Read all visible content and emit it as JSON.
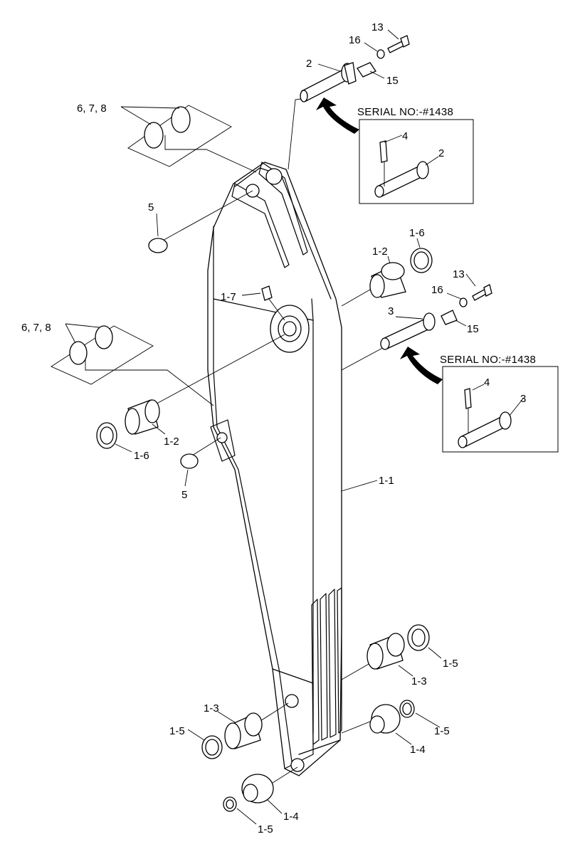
{
  "labels": {
    "p13a": "13",
    "p16a": "16",
    "p15a": "15",
    "p2a": "2",
    "p678a": "6, 7, 8",
    "p5a": "5",
    "serial_a": "SERIAL NO:-#1438",
    "p4a": "4",
    "p2b": "2",
    "p16": "1-6",
    "p12": "1-2",
    "p13b": "13",
    "p16b": "16",
    "p17": "1-7",
    "p3a": "3",
    "p15b": "15",
    "p678b": "6, 7, 8",
    "serial_b": "SERIAL NO:-#1438",
    "p4b": "4",
    "p3b": "3",
    "p12b": "1-2",
    "p16c": "1-6",
    "p5b": "5",
    "p11": "1-1",
    "p15c": "1-5",
    "p13c": "1-3",
    "p13d": "1-3",
    "p15d": "1-5",
    "p15e": "1-5",
    "p14a": "1-4",
    "p14b": "1-4",
    "p15f": "1-5"
  }
}
